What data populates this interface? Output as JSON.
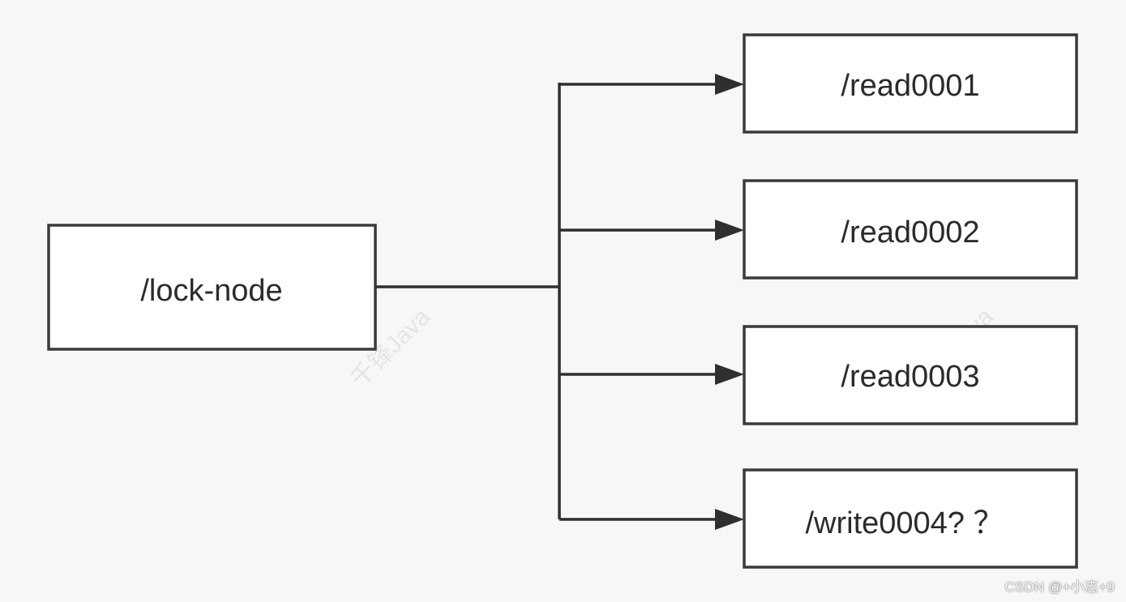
{
  "root": {
    "label": "/lock-node"
  },
  "children": [
    {
      "label": "/read0001"
    },
    {
      "label": "/read0002"
    },
    {
      "label": "/read0003"
    },
    {
      "label": "/write0004? ？"
    }
  ],
  "watermark": {
    "text": "千锋Java"
  },
  "credit": {
    "text": "CSDN @+小志+9"
  },
  "colors": {
    "background": "#f7f7f7",
    "box_fill": "#ffffff",
    "stroke": "#3a3a3a",
    "text": "#2b2b2b"
  }
}
